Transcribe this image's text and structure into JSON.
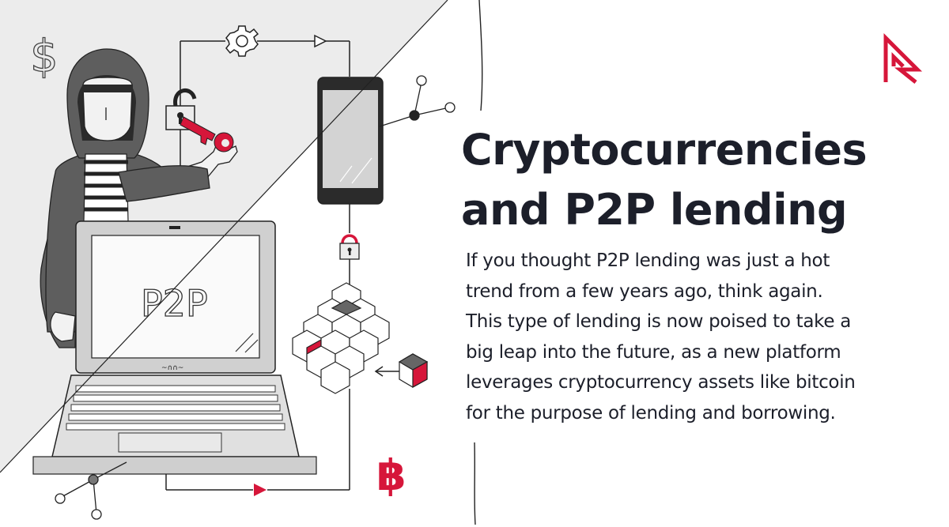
{
  "title": {
    "lines": [
      "Cryptocurrencies",
      "and P2P lending"
    ]
  },
  "body": {
    "lines": [
      "If you thought P2P lending was just a hot",
      "trend from a few years ago, think again.",
      "This type of lending is now poised to take a",
      "big leap into the future, as a new platform",
      "leverages cryptocurrency assets like bitcoin",
      "for the purpose of lending and borrowing."
    ]
  },
  "illustration": {
    "laptop_screen_text": "P2P",
    "laptop_brand_mark": "~∩∩~",
    "dollar_symbol": "$",
    "bitcoin_symbol": "฿",
    "icons": [
      "dollar-icon",
      "gear-icon",
      "padlock-icon",
      "key-icon",
      "smartphone-icon",
      "laptop-icon",
      "blockchain-cubes-icon",
      "bitcoin-icon",
      "network-node-icon",
      "hooded-hacker-figure",
      "brand-logo-icon"
    ]
  },
  "colors": {
    "accent": "#d6163a",
    "text": "#1c1f2a",
    "grey_panel": "#ececec",
    "hoodie": "#5e5e5e"
  }
}
